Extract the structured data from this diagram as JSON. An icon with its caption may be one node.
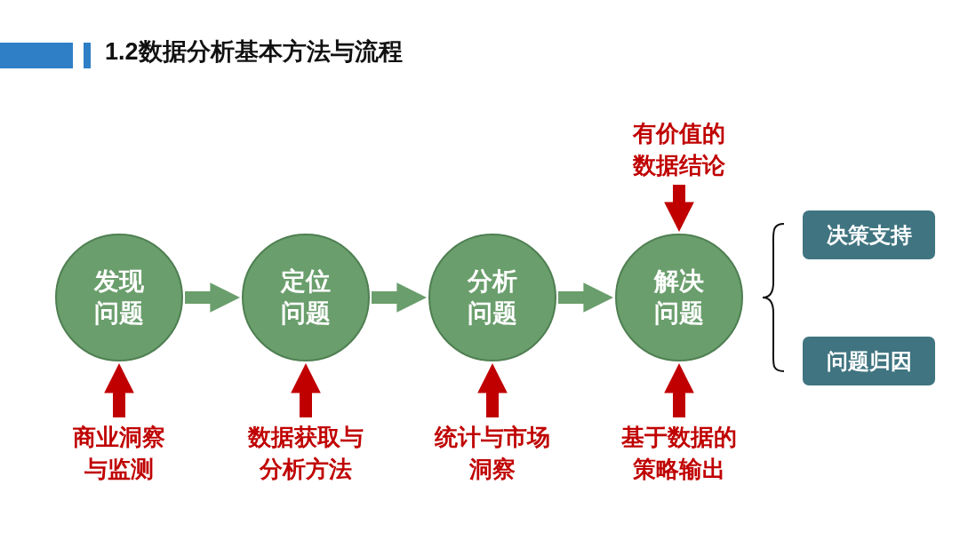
{
  "diagram": {
    "title": "1.2数据分析基本方法与流程",
    "nodes": [
      {
        "text": [
          "发现问题"
        ]
      },
      {
        "text": [
          "定位问题"
        ]
      },
      {
        "text": [
          "分析问题"
        ]
      },
      {
        "text": [
          "解决问题"
        ]
      },
      {
        "text": [
          "商业洞察与监测"
        ]
      },
      {
        "text": [
          "数据获取与分析方法"
        ]
      },
      {
        "text": [
          "统计与市场洞察"
        ]
      },
      {
        "text": [
          "基于数据的策略输出"
        ]
      },
      {
        "text": [
          "有价值的数据结论"
        ]
      },
      {
        "text": [
          "决策支持"
        ]
      },
      {
        "text": [
          "问题归因"
        ]
      }
    ],
    "edges": [
      {
        "from": 0,
        "to": 1,
        "arrow": "to",
        "color": "#6a9e6c"
      },
      {
        "from": 1,
        "to": 2,
        "arrow": "to",
        "color": "#6a9e6c"
      },
      {
        "from": 2,
        "to": 3,
        "arrow": "to",
        "color": "#6a9e6c"
      },
      {
        "from": 4,
        "to": 0,
        "arrow": "to"
      },
      {
        "from": 5,
        "to": 1,
        "arrow": "to"
      },
      {
        "from": 6,
        "to": 2,
        "arrow": "to"
      },
      {
        "from": 7,
        "to": 3,
        "arrow": "to"
      },
      {
        "from": 8,
        "to": 3,
        "arrow": "to"
      }
    ]
  }
}
